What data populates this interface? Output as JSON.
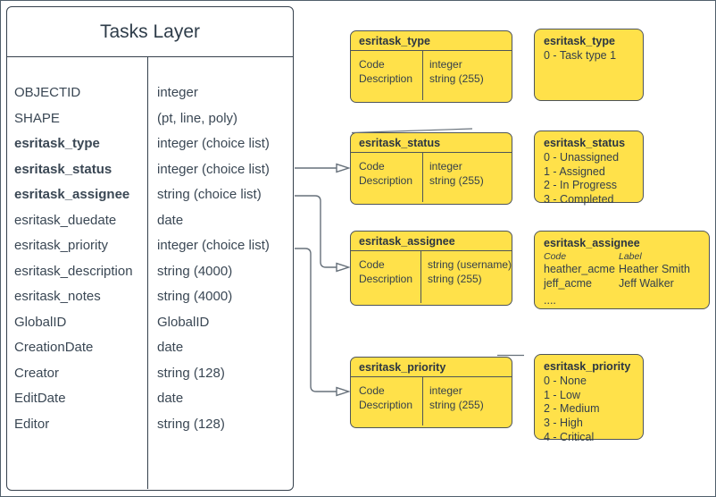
{
  "diagram": {
    "tasks_layer": {
      "title": "Tasks Layer",
      "fields": [
        {
          "name": "OBJECTID",
          "type": "integer"
        },
        {
          "name": "SHAPE",
          "type": "(pt, line, poly)"
        },
        {
          "name": "esritask_type",
          "type": "integer (choice list)"
        },
        {
          "name": "esritask_status",
          "type": "integer (choice list)"
        },
        {
          "name": "esritask_assignee",
          "type": "string (choice list)"
        },
        {
          "name": "esritask_duedate",
          "type": "date"
        },
        {
          "name": "esritask_priority",
          "type": "integer (choice list)"
        },
        {
          "name": "esritask_description",
          "type": "string (4000)"
        },
        {
          "name": "esritask_notes",
          "type": "string (4000)"
        },
        {
          "name": "GlobalID",
          "type": "GlobalID"
        },
        {
          "name": "CreationDate",
          "type": "date"
        },
        {
          "name": "Creator",
          "type": "string (128)"
        },
        {
          "name": "EditDate",
          "type": "date"
        },
        {
          "name": "Editor",
          "type": "string (128)"
        }
      ]
    },
    "def_tables": [
      {
        "title": "esritask_type",
        "rows": [
          {
            "field": "Code",
            "type": "integer"
          },
          {
            "field": "Description",
            "type": "string (255)"
          }
        ]
      },
      {
        "title": "esritask_status",
        "rows": [
          {
            "field": "Code",
            "type": "integer"
          },
          {
            "field": "Description",
            "type": "string (255)"
          }
        ]
      },
      {
        "title": "esritask_assignee",
        "rows": [
          {
            "field": "Code",
            "type": "string (username)"
          },
          {
            "field": "Description",
            "type": "string (255)"
          }
        ]
      },
      {
        "title": "esritask_priority",
        "rows": [
          {
            "field": "Code",
            "type": "integer"
          },
          {
            "field": "Description",
            "type": "string (255)"
          }
        ]
      }
    ],
    "value_lists": {
      "type": {
        "title": "esritask_type",
        "values": [
          "0 - Task type 1"
        ]
      },
      "status": {
        "title": "esritask_status",
        "values": [
          "0 - Unassigned",
          "1 - Assigned",
          "2 - In Progress",
          "3 - Completed"
        ]
      },
      "assignee": {
        "title": "esritask_assignee",
        "col_code": "Code",
        "col_label": "Label",
        "rows": [
          {
            "code": "heather_acme",
            "label": "Heather Smith"
          },
          {
            "code": "jeff_acme",
            "label": "Jeff Walker"
          }
        ],
        "more": "...."
      },
      "priority": {
        "title": "esritask_priority",
        "values": [
          "0 - None",
          "1 - Low",
          "2 - Medium",
          "3 - High",
          "4 - Critical"
        ]
      }
    },
    "colors": {
      "box_yellow": "#ffe14a",
      "stroke_dark": "#35404c",
      "connector": "#66707a"
    }
  }
}
